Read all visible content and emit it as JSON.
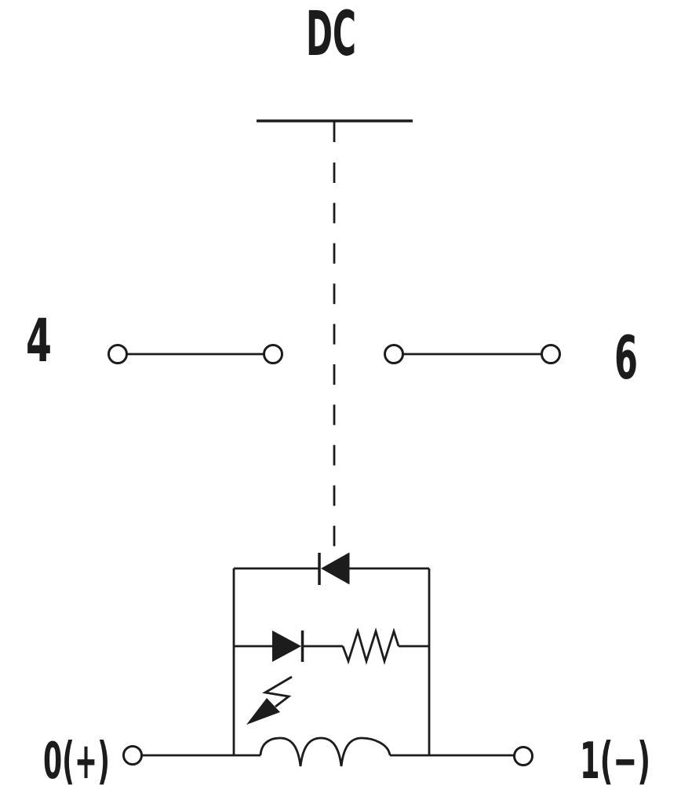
{
  "colors": {
    "background": "#ffffff",
    "line": "#1c1c1c"
  },
  "labels": {
    "supply": "DC",
    "contact_left": "4",
    "contact_right": "6",
    "terminal_positive": "0(+)",
    "terminal_negative": "1(−)"
  },
  "components": [
    {
      "name": "dc-supply-bar",
      "symbol": "horizontal-bar-with-center-tap"
    },
    {
      "name": "actuation-link",
      "symbol": "vertical-dashed-line"
    },
    {
      "name": "contact-4",
      "symbol": "two-circle-terminal-contact"
    },
    {
      "name": "contact-6",
      "symbol": "two-circle-terminal-contact"
    },
    {
      "name": "freewheeling-diode",
      "symbol": "diode-pointing-left"
    },
    {
      "name": "indicator-diode",
      "symbol": "diode-pointing-right"
    },
    {
      "name": "series-resistor",
      "symbol": "zigzag-resistor"
    },
    {
      "name": "surge-arrow",
      "symbol": "lightning-bolt-arrow"
    },
    {
      "name": "relay-coil",
      "symbol": "inductor-three-humps"
    },
    {
      "name": "terminal-0-positive",
      "symbol": "circle-terminal"
    },
    {
      "name": "terminal-1-negative",
      "symbol": "circle-terminal"
    }
  ]
}
